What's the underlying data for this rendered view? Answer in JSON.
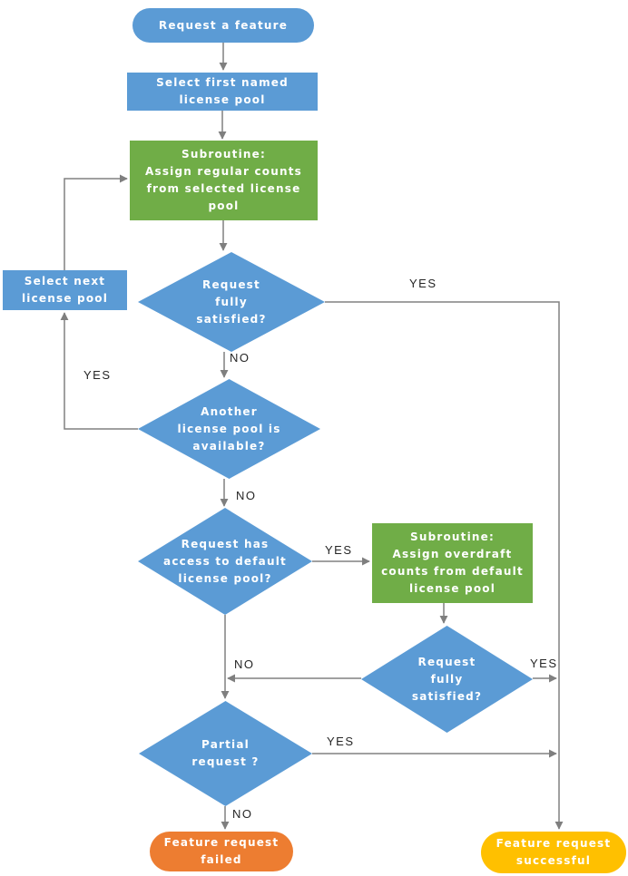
{
  "flowchart": {
    "nodes": {
      "start": {
        "label": "Request a feature",
        "type": "terminator"
      },
      "select_first": {
        "label": "Select first named\nlicense pool",
        "type": "process"
      },
      "sub_regular": {
        "label": "Subroutine:\nAssign regular counts\nfrom selected license\npool",
        "type": "subroutine"
      },
      "dec_satisfied_1": {
        "label": "Request\nfully\nsatisfied?",
        "type": "decision"
      },
      "select_next": {
        "label": "Select next\nlicense pool",
        "type": "process"
      },
      "dec_another": {
        "label": "Another\nlicense pool is\navailable?",
        "type": "decision"
      },
      "dec_default": {
        "label": "Request has\naccess to default\nlicense pool?",
        "type": "decision"
      },
      "sub_overdraft": {
        "label": "Subroutine:\nAssign overdraft\ncounts from default\nlicense pool",
        "type": "subroutine"
      },
      "dec_satisfied_2": {
        "label": "Request\nfully\nsatisfied?",
        "type": "decision"
      },
      "dec_partial": {
        "label": "Partial\nrequest ?",
        "type": "decision"
      },
      "end_failed": {
        "label": "Feature request\nfailed",
        "type": "terminator"
      },
      "end_success": {
        "label": "Feature request\nsuccessful",
        "type": "terminator"
      }
    },
    "edge_labels": {
      "satisfied1_yes": "YES",
      "satisfied1_no": "NO",
      "another_yes": "YES",
      "another_no": "NO",
      "default_yes": "YES",
      "satisfied2_no": "NO",
      "satisfied2_yes": "YES",
      "partial_yes": "YES",
      "partial_no": "NO"
    },
    "colors": {
      "process_fill": "#5B9BD5",
      "subroutine_fill": "#70AD47",
      "failed_fill": "#ED7D31",
      "success_fill": "#FFC000",
      "connector": "#808080",
      "node_text": "#FFFFFF",
      "edge_label_text": "#262626"
    }
  }
}
